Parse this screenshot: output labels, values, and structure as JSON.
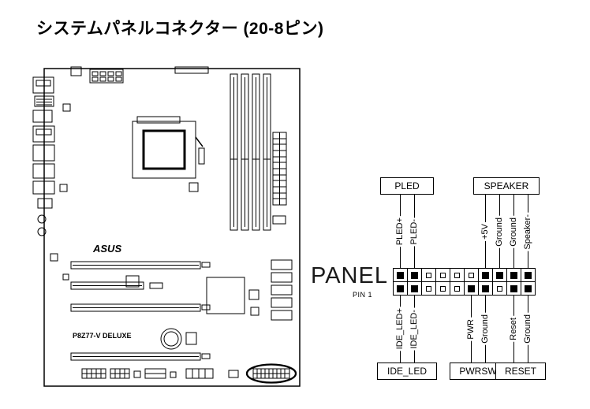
{
  "title": "システムパネルコネクター (20-8ピン)",
  "colors": {
    "ink": "#000000",
    "background": "#ffffff"
  },
  "board": {
    "logo_text": "ASUS",
    "model_text": "P8Z77-V DELUXE"
  },
  "panel": {
    "name": "PANEL",
    "pin1": "PIN 1",
    "top_groups": [
      {
        "box_label": "PLED",
        "pins": [
          {
            "label": "PLED+",
            "col": 1
          },
          {
            "label": "PLED-",
            "col": 2
          }
        ]
      },
      {
        "box_label": "SPEAKER",
        "pins": [
          {
            "label": "+5V",
            "col": 7
          },
          {
            "label": "Ground",
            "col": 8
          },
          {
            "label": "Ground",
            "col": 9
          },
          {
            "label": "Speaker-",
            "col": 10
          }
        ]
      }
    ],
    "bottom_groups": [
      {
        "box_label": "IDE_LED",
        "pins": [
          {
            "label": "IDE_LED+",
            "col": 1
          },
          {
            "label": "IDE_LED-",
            "col": 2
          }
        ]
      },
      {
        "box_label": "PWRSW",
        "pins": [
          {
            "label": "PWR",
            "col": 6
          },
          {
            "label": "Ground",
            "col": 7
          }
        ]
      },
      {
        "box_label": "RESET",
        "pins": [
          {
            "label": "Reset",
            "col": 9
          },
          {
            "label": "Ground",
            "col": 10
          }
        ]
      }
    ],
    "grid": {
      "cols": 10,
      "rows": 2,
      "top_present": [
        1,
        1,
        0,
        0,
        0,
        0,
        1,
        1,
        1,
        1
      ],
      "bottom_present": [
        1,
        1,
        0,
        0,
        0,
        1,
        1,
        0,
        1,
        1
      ]
    }
  }
}
